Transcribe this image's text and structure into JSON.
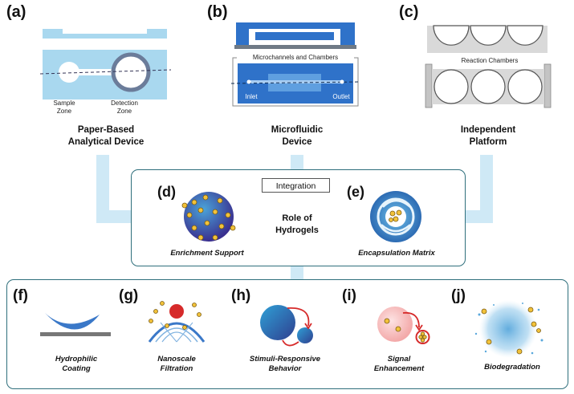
{
  "panels": {
    "a": {
      "letter": "(a)",
      "title_line1": "Paper-Based",
      "title_line2": "Analytical Device",
      "sample_line1": "Sample",
      "sample_line2": "Zone",
      "detection_line1": "Detection",
      "detection_line2": "Zone"
    },
    "b": {
      "letter": "(b)",
      "title_line1": "Microfluidic",
      "title_line2": "Device",
      "channels_label": "Microchannels and Chambers",
      "inlet": "Inlet",
      "outlet": "Outlet"
    },
    "c": {
      "letter": "(c)",
      "title_line1": "Independent",
      "title_line2": "Platform",
      "chambers_label": "Reaction Chambers"
    },
    "d": {
      "letter": "(d)",
      "caption": "Enrichment Support"
    },
    "e": {
      "letter": "(e)",
      "caption": "Encapsulation Matrix"
    },
    "f": {
      "letter": "(f)",
      "caption_line1": "Hydrophilic",
      "caption_line2": "Coating"
    },
    "g": {
      "letter": "(g)",
      "caption_line1": "Nanoscale",
      "caption_line2": "Filtration"
    },
    "h": {
      "letter": "(h)",
      "caption_line1": "Stimuli-Responsive",
      "caption_line2": "Behavior"
    },
    "i": {
      "letter": "(i)",
      "caption_line1": "Signal",
      "caption_line2": "Enhancement"
    },
    "j": {
      "letter": "(j)",
      "caption_line1": "Biodegradation"
    }
  },
  "integration": {
    "label": "Integration",
    "center_line1": "Role of",
    "center_line2": "Hydrogels"
  },
  "colors": {
    "paper_blue": "#a9d8ef",
    "connector_blue": "#cfe9f6",
    "device_blue": "#2f72c9",
    "box_border": "#2f6f7c",
    "dot_yellow": "#f2c23a",
    "arrow_red": "#d62a2a",
    "chamber_gray": "#d9d9d9"
  }
}
